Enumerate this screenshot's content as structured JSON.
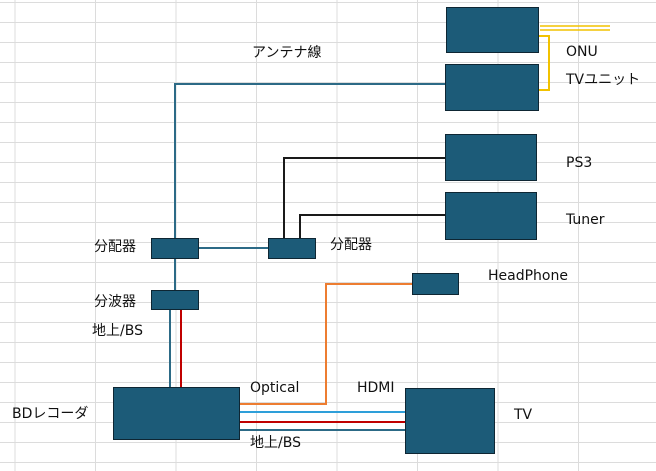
{
  "labels": {
    "antenna_line": "アンテナ線",
    "onu": "ONU",
    "tv_unit": "TVユニット",
    "ps3": "PS3",
    "tuner": "Tuner",
    "splitter_left": "分配器",
    "splitter_right": "分配器",
    "headphone": "HeadPhone",
    "diplexer": "分波器",
    "terrestrial_bs_top": "地上/BS",
    "optical": "Optical",
    "hdmi": "HDMI",
    "bd_recorder": "BDレコーダ",
    "tv": "TV",
    "terrestrial_bs_bottom": "地上/BS"
  },
  "colors": {
    "device_fill": "#1c5b78",
    "device_border": "#0e2633",
    "antenna_wire": "#2c6a86",
    "lan_wire": "#1a1a1a",
    "fiber_wire": "#f2c200",
    "optical_wire": "#ed7d31",
    "red_wire": "#c00000",
    "hdmi_wire": "#2e9fd9"
  }
}
